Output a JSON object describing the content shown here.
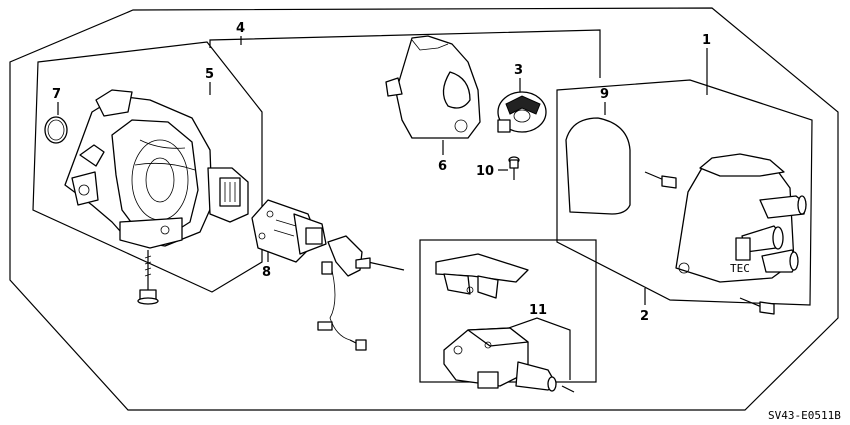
{
  "callouts": [
    {
      "id": "1",
      "text": "1"
    },
    {
      "id": "2",
      "text": "2"
    },
    {
      "id": "3",
      "text": "3"
    },
    {
      "id": "4",
      "text": "4"
    },
    {
      "id": "5",
      "text": "5"
    },
    {
      "id": "6",
      "text": "6"
    },
    {
      "id": "7",
      "text": "7"
    },
    {
      "id": "8",
      "text": "8"
    },
    {
      "id": "9",
      "text": "9"
    },
    {
      "id": "10",
      "text": "10"
    },
    {
      "id": "11",
      "text": "11"
    }
  ],
  "diagram_code": "SV43-E0511B"
}
